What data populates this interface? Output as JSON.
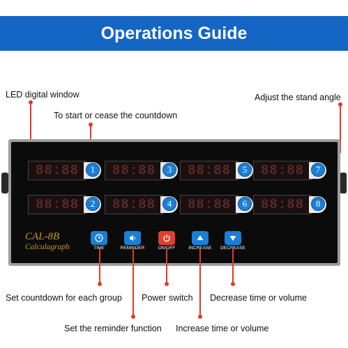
{
  "banner": {
    "title": "Operations Guide",
    "color": "#1566c4"
  },
  "labels": {
    "led_window": "LED digital window",
    "start_cease": "To start or cease the countdown",
    "stand_angle": "Adjust the stand angle",
    "set_countdown": "Set countdown for each group",
    "power_switch": "Power switch",
    "decrease": "Decrease time or volume",
    "reminder": "Set the reminder function",
    "increase": "Increase time or volume"
  },
  "device": {
    "model": "CAL-8B",
    "subtitle": "Calculagraph",
    "timers": [
      {
        "display": "88:88",
        "number": "1"
      },
      {
        "display": "88:88",
        "number": "3"
      },
      {
        "display": "88:88",
        "number": "5"
      },
      {
        "display": "88:88",
        "number": "7"
      },
      {
        "display": "88:88",
        "number": "2"
      },
      {
        "display": "88:88",
        "number": "4"
      },
      {
        "display": "88:88",
        "number": "6"
      },
      {
        "display": "88:88",
        "number": "8"
      }
    ],
    "buttons": {
      "time": {
        "label": "TIME",
        "icon": "clock-icon",
        "color": "#1a7fd6"
      },
      "reminder": {
        "label": "REMINDER",
        "icon": "speaker-icon",
        "color": "#1a7fd6"
      },
      "power": {
        "label": "ON/OFF",
        "icon": "power-icon",
        "color": "#e0402c"
      },
      "increase": {
        "label": "INCREASE",
        "icon": "up-arrow-icon",
        "color": "#1a7fd6"
      },
      "decrease": {
        "label": "DECREASE",
        "icon": "down-arrow-icon",
        "color": "#1a7fd6"
      }
    }
  },
  "accent_color": "#e03a2c"
}
